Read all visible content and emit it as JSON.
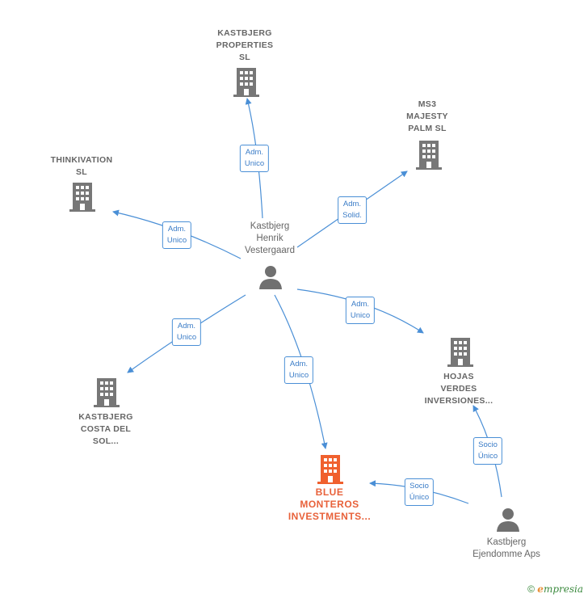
{
  "nodes": {
    "kastbjerg_properties": {
      "lines": [
        "KASTBJERG",
        "PROPERTIES",
        "SL"
      ]
    },
    "ms3_majesty": {
      "lines": [
        "MS3",
        "MAJESTY",
        "PALM  SL"
      ]
    },
    "thinkivation": {
      "lines": [
        "THINKIVATION",
        "SL"
      ]
    },
    "kastbjerg_henrik": {
      "lines": [
        "Kastbjerg",
        "Henrik",
        "Vestergaard"
      ]
    },
    "hojas_verdes": {
      "lines": [
        "HOJAS",
        "VERDES",
        "INVERSIONES..."
      ]
    },
    "kastbjerg_costa": {
      "lines": [
        "KASTBJERG",
        "COSTA DEL",
        "SOL..."
      ]
    },
    "blue_monteros": {
      "lines": [
        "BLUE",
        "MONTEROS",
        "INVESTMENTS..."
      ]
    },
    "kastbjerg_ejendomme": {
      "lines": [
        "Kastbjerg",
        "Ejendomme Aps"
      ]
    }
  },
  "edge_labels": {
    "to_properties": [
      "Adm.",
      "Unico"
    ],
    "to_ms3": [
      "Adm.",
      "Solid."
    ],
    "to_thinkivation": [
      "Adm.",
      "Unico"
    ],
    "to_hojas": [
      "Adm.",
      "Unico"
    ],
    "to_costa": [
      "Adm.",
      "Unico"
    ],
    "to_blue": [
      "Adm.",
      "Unico"
    ],
    "ejendomme_to_hojas": [
      "Socio",
      "Único"
    ],
    "ejendomme_to_blue": [
      "Socio",
      "Único"
    ]
  },
  "colors": {
    "edge": "#4a8fd6",
    "building": "#777777",
    "focus": "#f0602e",
    "person": "#707070"
  },
  "footer": {
    "copyright_symbol": "©",
    "brand_initial": "e",
    "brand_rest": "mpresia"
  }
}
